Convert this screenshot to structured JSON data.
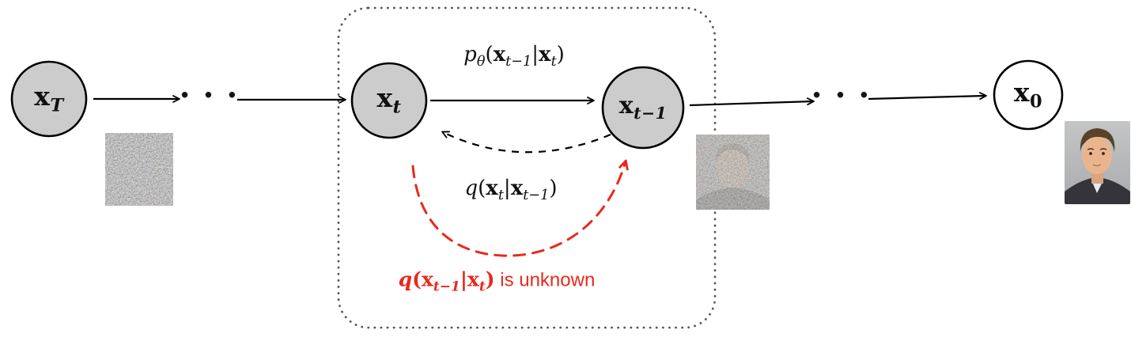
{
  "diagram": {
    "nodes": {
      "xT": {
        "base": "x",
        "sub": "T"
      },
      "xt": {
        "base": "x",
        "sub": "t"
      },
      "xtm1": {
        "base": "x",
        "sub": "t−1"
      },
      "x0": {
        "base": "x",
        "sub": "0"
      }
    },
    "dots": {
      "left": "· · ·",
      "right": "· · ·"
    },
    "labels": {
      "p_theta": {
        "fn": "p",
        "fnsub": "θ",
        "open": "(",
        "x1": "x",
        "x1sub": "t−1",
        "bar": "|",
        "x2": "x",
        "x2sub": "t",
        "close": ")"
      },
      "q_forward": {
        "fn": "q",
        "open": "(",
        "x1": "x",
        "x1sub": "t",
        "bar": "|",
        "x2": "x",
        "x2sub": "t−1",
        "close": ")"
      },
      "q_unknown": {
        "fn": "q",
        "open": "(",
        "x1": "x",
        "x1sub": "t−1",
        "bar": "|",
        "x2": "x",
        "x2sub": "t",
        "close": ")",
        "suffix": " is unknown"
      }
    },
    "colors": {
      "node_fill": "#cccccc",
      "x0_fill": "#ffffff",
      "stroke": "#000000",
      "red": "#e8291c",
      "box": "#555555"
    }
  }
}
